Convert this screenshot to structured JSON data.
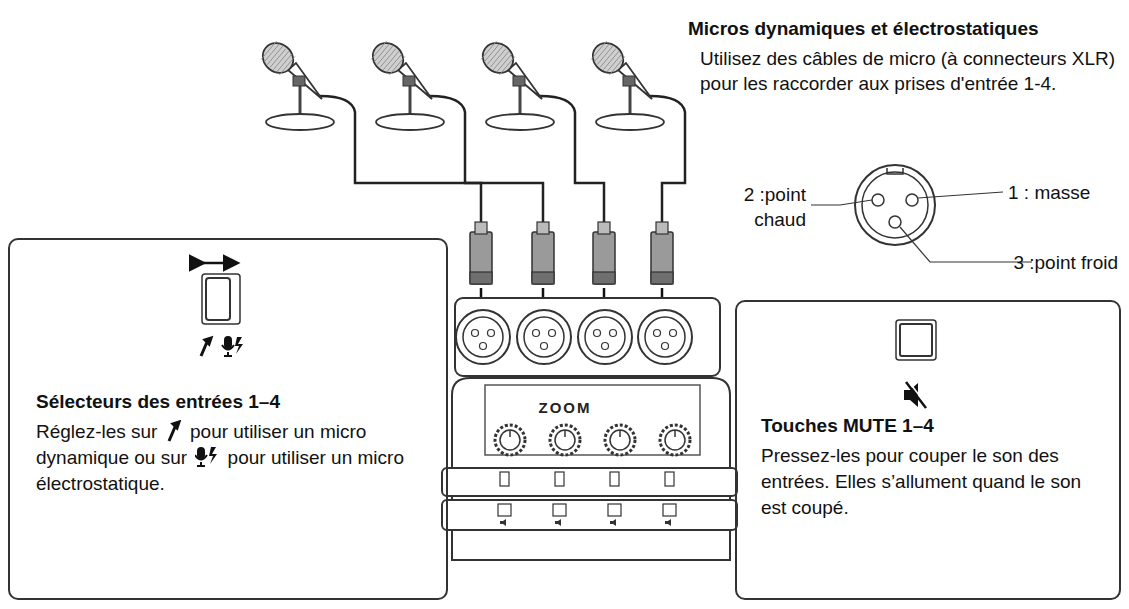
{
  "diagram": {
    "nodes": [
      {
        "text": [
          "Sélecteurs des entrées 1–4",
          "Réglez-les sur",
          "pour utiliser un micro dynamique ou sur",
          "pour utiliser un micro électrostatique."
        ]
      },
      {
        "text": [
          "Touches MUTE 1–4",
          "Pressez-les pour couper le son des entrées. Elles s’allument quand le son est coupé."
        ]
      }
    ],
    "edges": [],
    "labels": [
      "Micros dynamiques et électrostatiques",
      "Utilisez des câbles de micro (à connecteurs XLR) pour les raccorder aux prises d'entrée 1-4.",
      "2 :point chaud",
      "1 : masse",
      "3 :point froid",
      "ZOOM"
    ]
  }
}
